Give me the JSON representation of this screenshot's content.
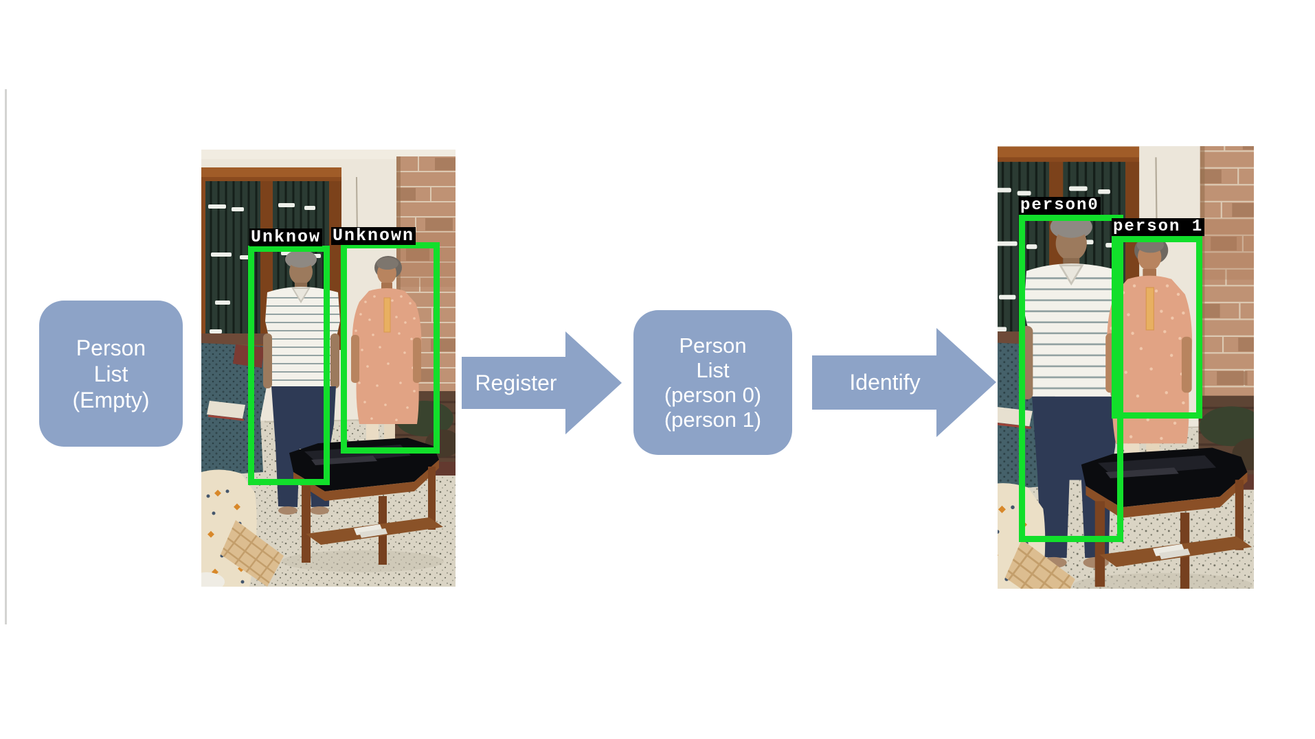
{
  "slide": {
    "background": "#ffffff",
    "nodes": {
      "empty_list": {
        "lines": [
          "Person",
          "List",
          "(Empty)"
        ]
      },
      "registered_list": {
        "lines": [
          "Person",
          "List",
          "(person 0)",
          "(person 1)"
        ]
      }
    },
    "arrows": [
      {
        "id": "register",
        "label": "Register"
      },
      {
        "id": "identify",
        "label": "Identify"
      }
    ],
    "photos": {
      "before": {
        "detections": [
          {
            "label": "Unknow"
          },
          {
            "label": "Unknown"
          }
        ]
      },
      "after": {
        "detections": [
          {
            "label": "person0"
          },
          {
            "label": "person 1"
          }
        ]
      }
    },
    "colors": {
      "node_fill": "#8da3c7",
      "node_text": "#ffffff",
      "bbox_stroke": "#12df2b",
      "bbox_label_bg": "#000000",
      "bbox_label_text": "#ffffff"
    }
  }
}
